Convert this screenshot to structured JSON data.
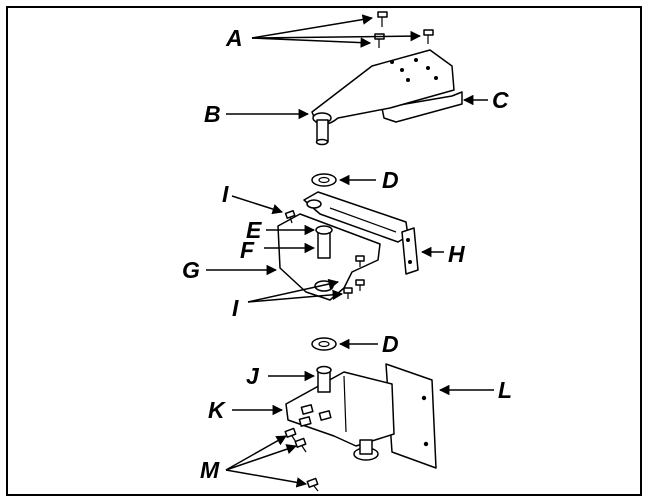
{
  "figure": {
    "labels": {
      "A": "A",
      "B": "B",
      "C": "C",
      "D_upper": "D",
      "D_lower": "D",
      "E": "E",
      "F": "F",
      "G": "G",
      "H": "H",
      "I_upper": "I",
      "I_lower": "I",
      "J": "J",
      "K": "K",
      "L": "L",
      "M": "M"
    }
  }
}
